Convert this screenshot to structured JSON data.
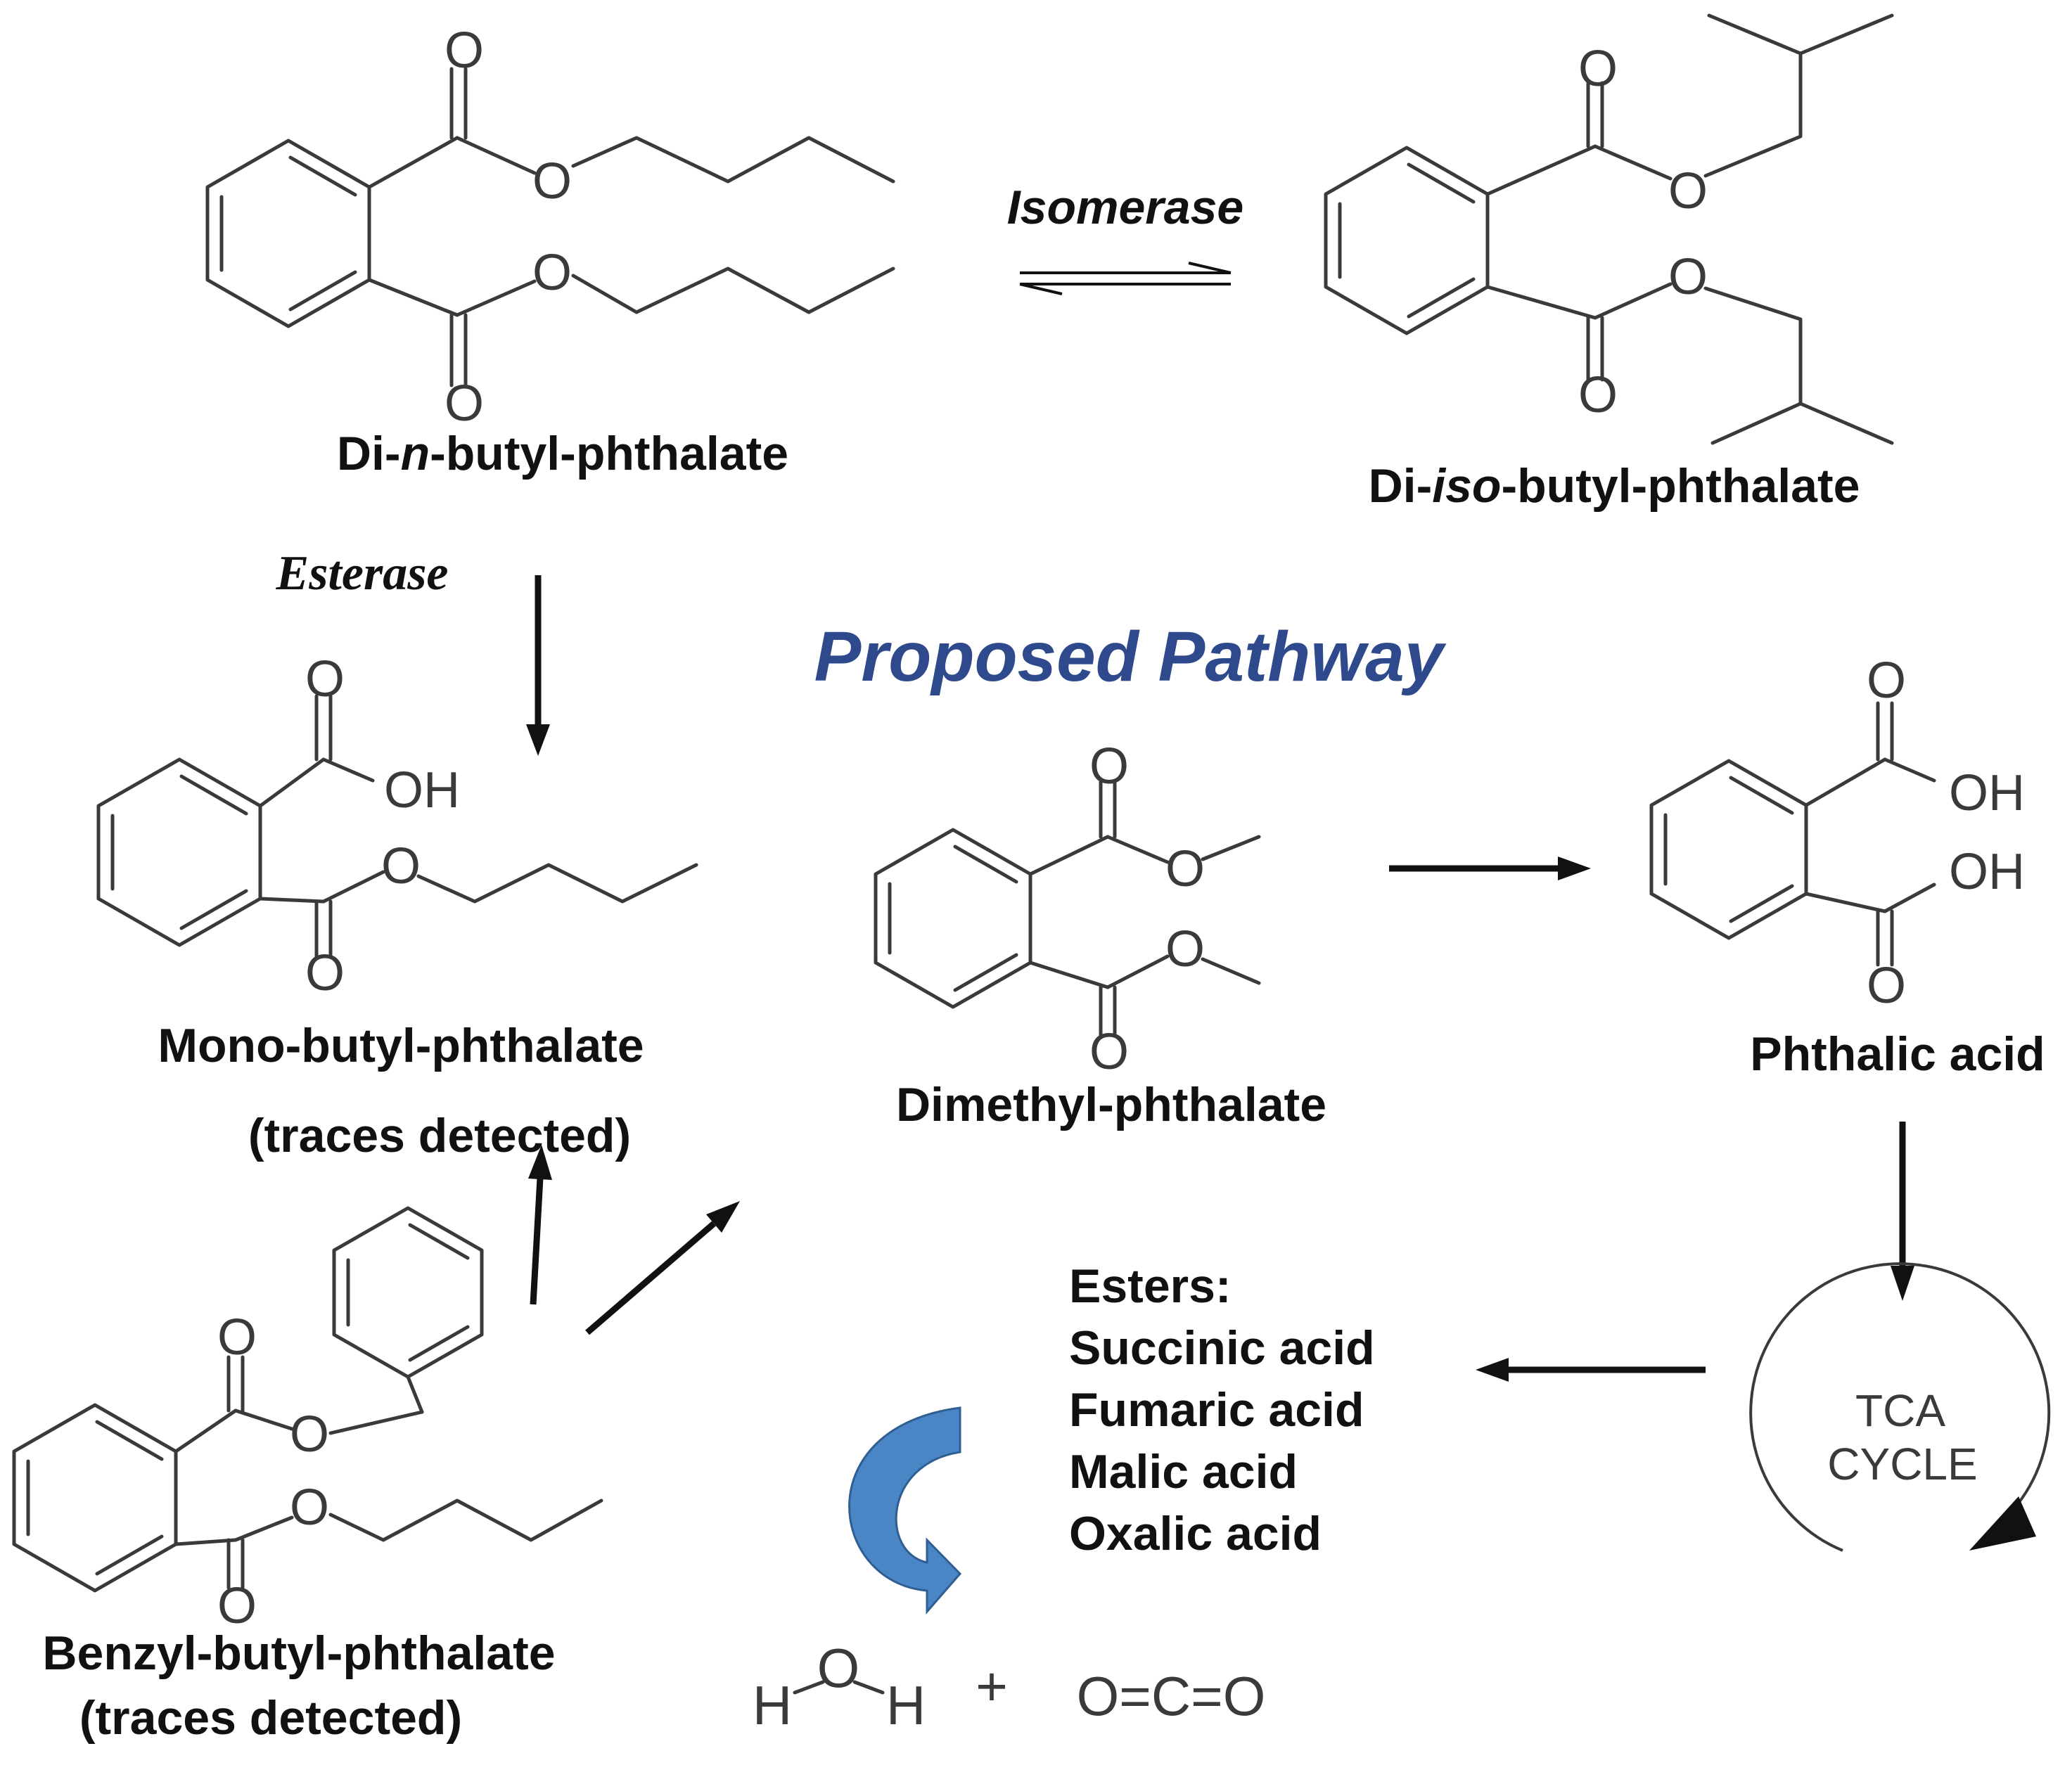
{
  "title": "Proposed Pathway",
  "colors": {
    "title": "#2e4a8c",
    "curved_arrow": "#4a86c5"
  },
  "compounds": {
    "dnbp": "Di-n-butyl-phthalate",
    "dnbp_prefix": "Di-",
    "dnbp_italic": "n",
    "dnbp_suffix": "-butyl-phthalate",
    "dibp": "Di-iso-butyl-phthalate",
    "dibp_prefix": "Di-",
    "dibp_italic": "iso",
    "dibp_suffix": "-butyl-phthalate",
    "mbp": "Mono-butyl-phthalate",
    "mbp_note": "(traces detected)",
    "dmp": "Dimethyl-phthalate",
    "pa": "Phthalic acid",
    "bbp": "Benzyl-butyl-phthalate",
    "bbp_note": "(traces detected)"
  },
  "enzymes": {
    "isomerase": "Isomerase",
    "esterase": "Esterase"
  },
  "tca": {
    "line1": "TCA",
    "line2": "CYCLE"
  },
  "esters": {
    "heading": "Esters:",
    "items": [
      "Succinic acid",
      "Fumaric acid",
      "Malic acid",
      "Oxalic acid"
    ]
  },
  "atoms": {
    "oxygen": "O",
    "hydroxyl": "OH",
    "hydrogen": "H"
  },
  "products": {
    "plus": "+",
    "co2": "O=C=O"
  }
}
